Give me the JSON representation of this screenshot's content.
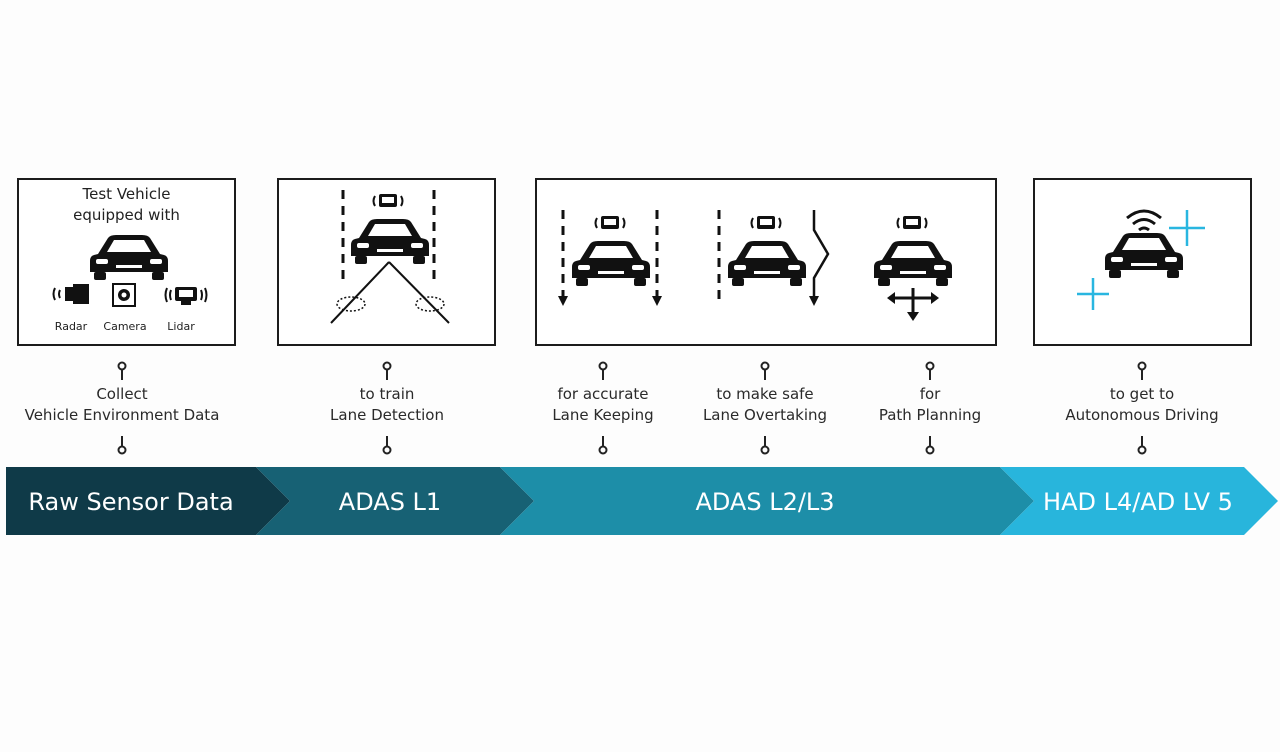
{
  "panels": {
    "sensor": {
      "title_line1": "Test Vehicle",
      "title_line2": "equipped with",
      "sensors": [
        "Radar",
        "Camera",
        "Lidar"
      ]
    }
  },
  "captions": [
    {
      "line1": "Collect",
      "line2": "Vehicle Environment Data"
    },
    {
      "line1": "to train",
      "line2": "Lane Detection"
    },
    {
      "line1": "for accurate",
      "line2": "Lane Keeping"
    },
    {
      "line1": "to make safe",
      "line2": "Lane Overtaking"
    },
    {
      "line1": "for",
      "line2": "Path Planning"
    },
    {
      "line1": "to get to",
      "line2": "Autonomous Driving"
    }
  ],
  "stages": [
    {
      "label": "Raw Sensor Data",
      "color": "#0f3a48"
    },
    {
      "label": "ADAS L1",
      "color": "#176174"
    },
    {
      "label": "ADAS L2/L3",
      "color": "#1d8ea8"
    },
    {
      "label": "HAD L4/AD LV 5",
      "color": "#28b5dc"
    }
  ],
  "colors": {
    "border": "#1c1c1c",
    "icon": "#111111",
    "accent_cross": "#29b6e0"
  }
}
